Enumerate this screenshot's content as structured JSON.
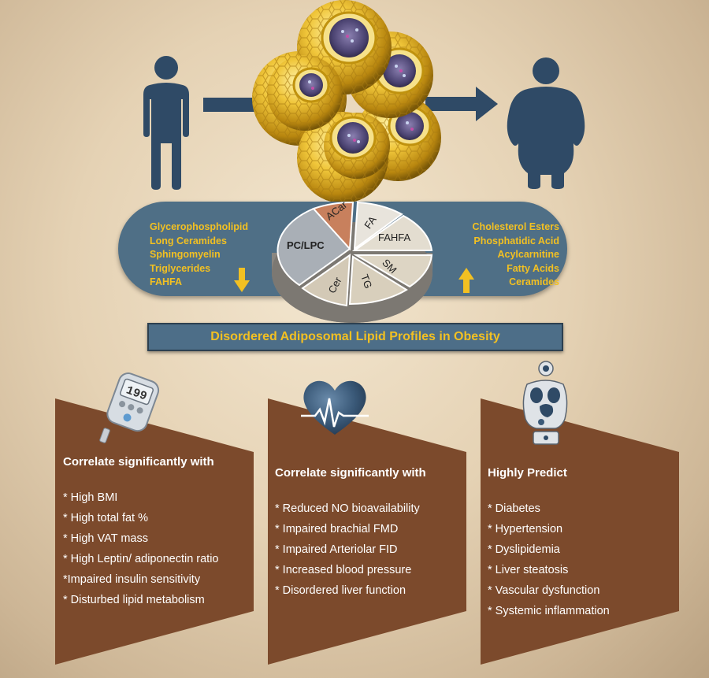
{
  "left_lipids": [
    "Glycerophospholipid",
    "Long Ceramides",
    "Sphingomyelin",
    "Triglycerides",
    "FAHFA"
  ],
  "right_lipids": [
    "Cholesterol Esters",
    "Phosphatidic Acid",
    "Acylcarnitine",
    "Fatty Acids",
    "Ceramides"
  ],
  "pie_labels": {
    "acar": "ACar",
    "fa": "FA",
    "fahfa": "FAHFA",
    "sm": "SM",
    "tg": "TG",
    "cer": "Cer",
    "pclpc": "PC/LPC"
  },
  "title": "Disordered Adiposomal Lipid Profiles in Obesity",
  "glucometer_reading": "199",
  "panels": [
    {
      "heading": "Correlate significantly with",
      "items": [
        "* High BMI",
        "* High total fat %",
        "* High VAT mass",
        "* High Leptin/ adiponectin ratio",
        "*Impaired insulin sensitivity",
        "* Disturbed lipid  metabolism"
      ]
    },
    {
      "heading": "Correlate significantly with",
      "items": [
        "* Reduced NO bioavailability",
        "* Impaired brachial FMD",
        "* Impaired Arteriolar FID",
        "* Increased blood pressure",
        "* Disordered liver function"
      ]
    },
    {
      "heading": "Highly Predict",
      "items": [
        "* Diabetes",
        "* Hypertension",
        "* Dyslipidemia",
        "* Liver steatosis",
        "* Vascular dysfunction",
        "* Systemic inflammation"
      ]
    }
  ],
  "colors": {
    "capsule": "#4f6f86",
    "accent_yellow": "#f2c022",
    "panel_brown": "#7c4a2c",
    "figure_blue": "#2f4a66"
  },
  "icons": [
    "person-icon",
    "obese-person-icon",
    "right-arrow-icon",
    "adipocyte-cluster",
    "down-arrow-icon",
    "up-arrow-icon",
    "glucometer-icon",
    "heart-icon",
    "body-organs-icon"
  ]
}
